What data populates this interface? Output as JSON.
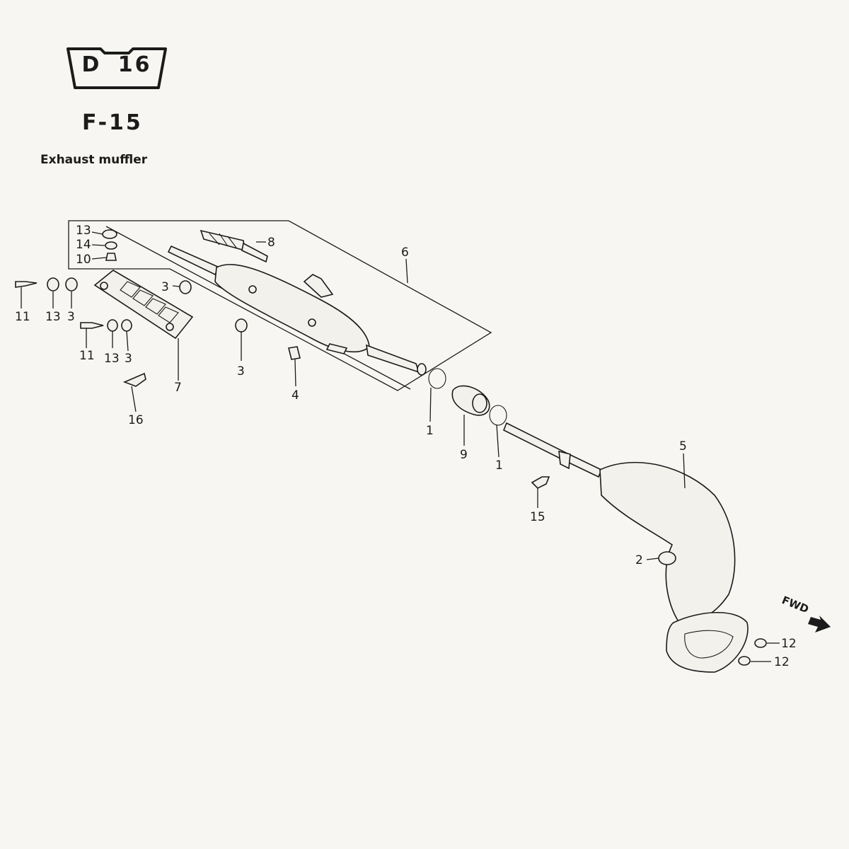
{
  "header": {
    "section_badge": "D 16",
    "figure_code": "F-15",
    "figure_title": "Exhaust muffler"
  },
  "direction_label": "FWD",
  "callouts": {
    "c1a": "1",
    "c1b": "1",
    "c2": "2",
    "c3a": "3",
    "c3b": "3",
    "c3c": "3",
    "c3d": "3",
    "c4": "4",
    "c5": "5",
    "c6": "6",
    "c7": "7",
    "c8": "8",
    "c9": "9",
    "c10": "10",
    "c11a": "11",
    "c11b": "11",
    "c12a": "12",
    "c12b": "12",
    "c13a": "13",
    "c13b": "13",
    "c13c": "13",
    "c14": "14",
    "c15": "15",
    "c16": "16"
  },
  "colors": {
    "ink": "#1b1b1b",
    "paper": "#f7f6f2"
  }
}
